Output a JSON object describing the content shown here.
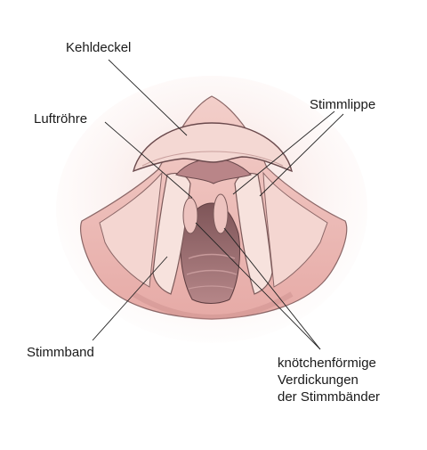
{
  "labels": {
    "kehldeckel": "Kehldeckel",
    "luftroehre": "Luftröhre",
    "stimmlippe": "Stimmlippe",
    "stimmband": "Stimmband",
    "knoetchen": [
      "knötchenförmige",
      "Verdickungen",
      "der Stimmbänder"
    ]
  },
  "colors": {
    "outer_tissue": "#f0cfcb",
    "tissue": "#efc2bd",
    "fold": "#f6dfda",
    "cavity": "#9f6e70",
    "outline": "#6b5050",
    "leader": "#222222"
  }
}
